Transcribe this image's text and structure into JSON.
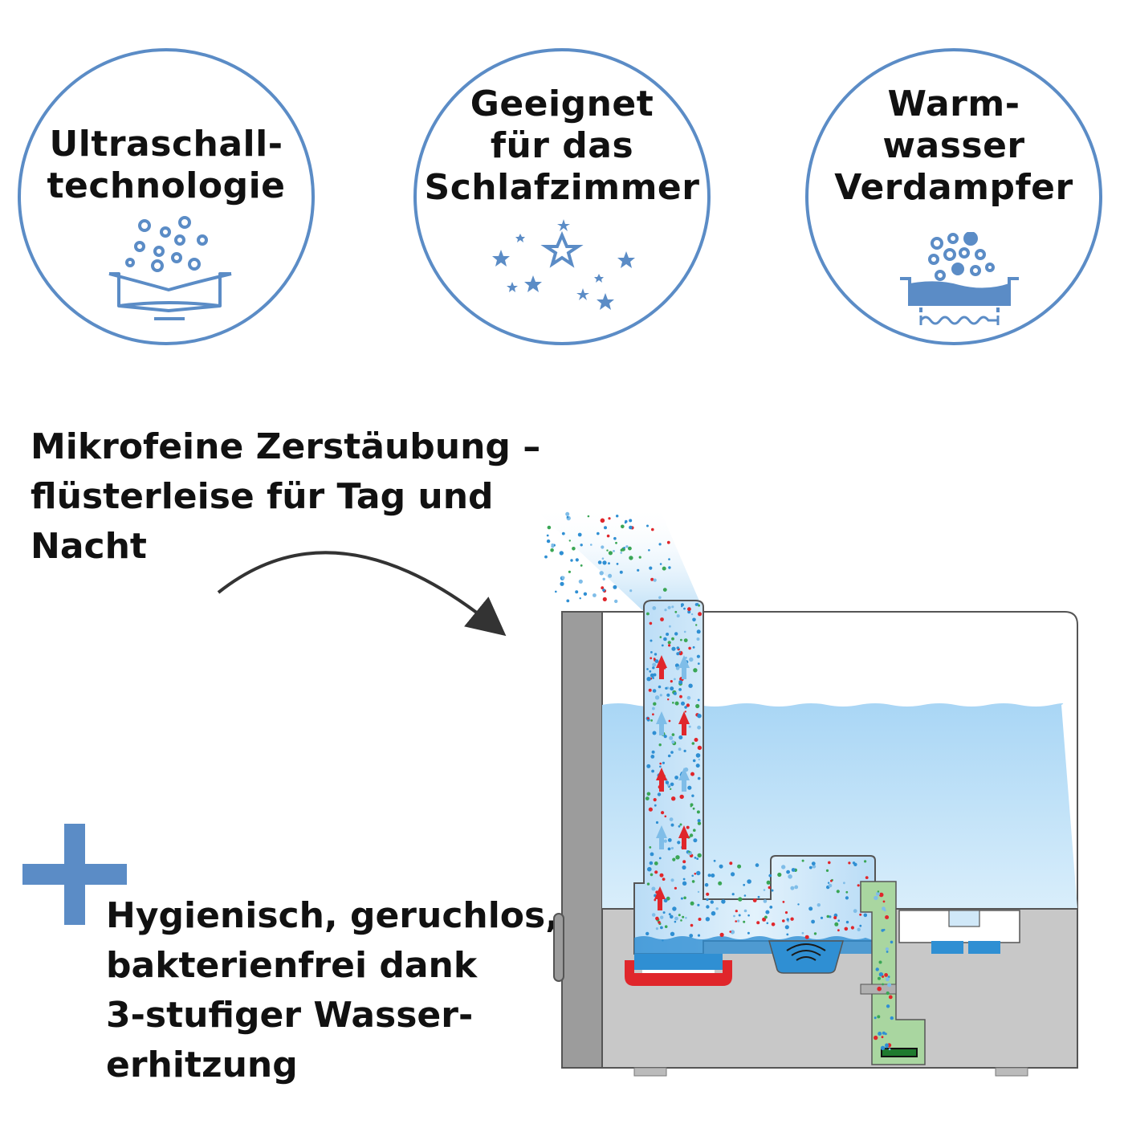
{
  "badges": [
    {
      "id": "ultrasonic",
      "lines": [
        "Ultraschall-",
        "technologie"
      ],
      "icon": "ultrasonic-bowl-bubbles-icon"
    },
    {
      "id": "bedroom",
      "lines": [
        "Geeignet",
        "für das",
        "Schlafzimmer"
      ],
      "icon": "moon-and-stars-icon"
    },
    {
      "id": "warmwater",
      "lines": [
        "Warm-",
        "wasser",
        "Verdampfer"
      ],
      "icon": "heated-bowl-bubbles-icon"
    }
  ],
  "headline_top": [
    "Mikrofeine Zerstäubung –",
    "flüsterleise für Tag und",
    "Nacht"
  ],
  "headline_bottom": [
    "Hygienisch, geruchlos,",
    "bakterienfrei dank",
    "3-stufiger Wasser-",
    "erhitzung"
  ],
  "plus_icon": "plus-icon",
  "colors": {
    "accent": "#5b8cc6",
    "water": "#bfe0f7",
    "housing": "#c8c8c8",
    "heater": "#e0262b",
    "filter": "#a9d6a0"
  }
}
